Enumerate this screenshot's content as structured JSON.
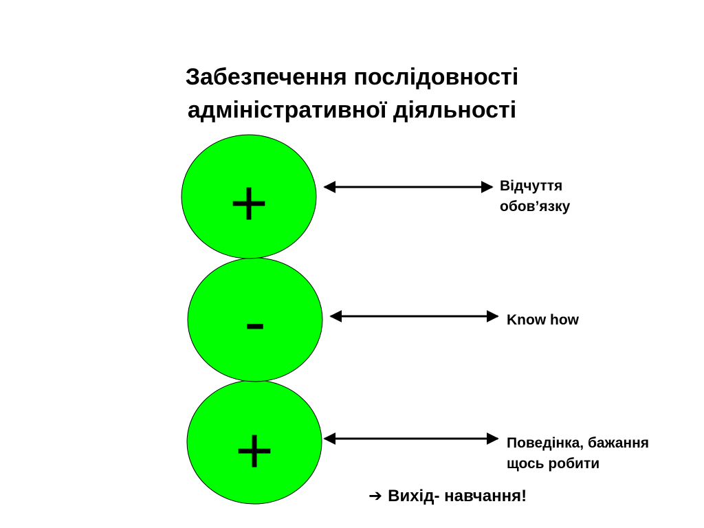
{
  "title": {
    "line1": "Забезпечення послідовності",
    "line2": "адміністративної діяльності"
  },
  "colors": {
    "circle_fill": "#00ff00",
    "circle_stroke": "#000000",
    "arrow": "#000000"
  },
  "circles": [
    {
      "sign": "+"
    },
    {
      "sign": "-"
    },
    {
      "sign": "+"
    }
  ],
  "labels": [
    {
      "lines": [
        "Відчуття",
        "обов’язку"
      ]
    },
    {
      "lines": [
        "Know how"
      ]
    },
    {
      "lines": [
        "Поведінка, бажання",
        "щось робити"
      ]
    }
  ],
  "conclusion": {
    "icon": "arrow-right-icon",
    "text": "Вихід- навчання!"
  }
}
